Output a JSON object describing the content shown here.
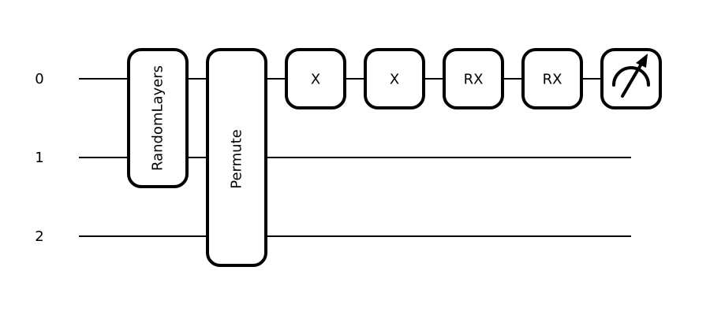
{
  "wires": [
    {
      "label": "0"
    },
    {
      "label": "1"
    },
    {
      "label": "2"
    }
  ],
  "gates": [
    {
      "label": "RandomLayers",
      "wires": [
        0,
        1
      ],
      "vertical_text": true
    },
    {
      "label": "Permute",
      "wires": [
        0,
        1,
        2
      ],
      "vertical_text": true
    },
    {
      "label": "X",
      "wires": [
        0
      ]
    },
    {
      "label": "X",
      "wires": [
        0
      ]
    },
    {
      "label": "RX",
      "wires": [
        0
      ]
    },
    {
      "label": "RX",
      "wires": [
        0
      ]
    },
    {
      "label": "",
      "wires": [
        0
      ],
      "icon": "measurement-meter-icon"
    }
  ],
  "colors": {
    "line": "#000000",
    "background": "#ffffff"
  }
}
